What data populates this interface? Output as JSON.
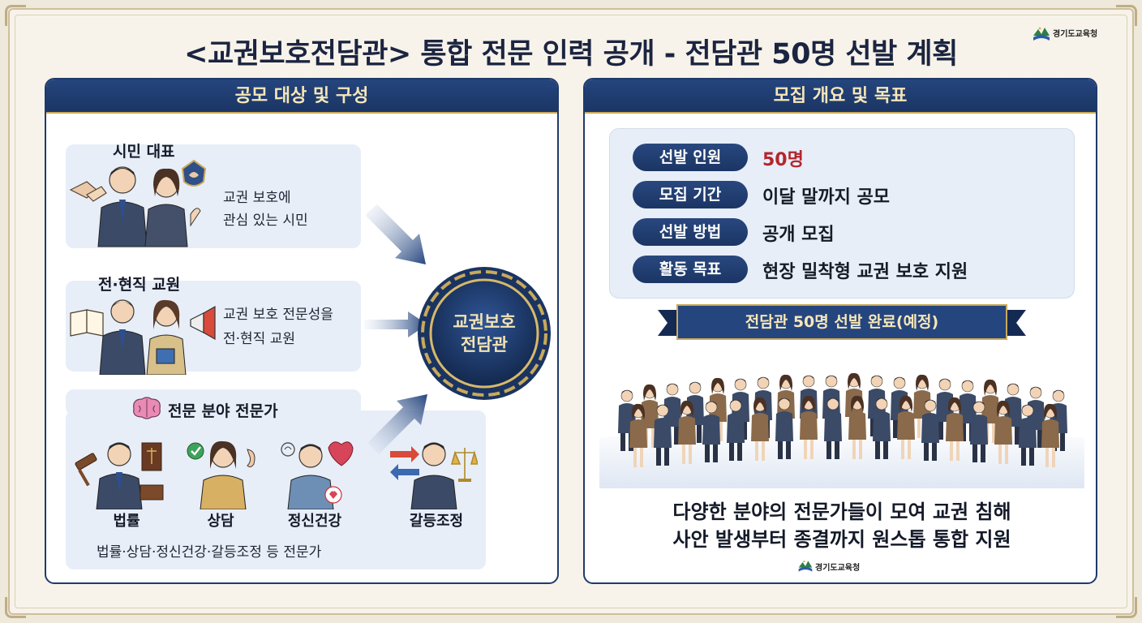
{
  "title": "<교권보호전담관> 통합 전문 인력 공개 - 전담관 50명 선발 계획",
  "logo": {
    "name": "경기도교육청"
  },
  "left_panel": {
    "header": "공모 대상 및 구성",
    "citizen": {
      "label": "시민 대표",
      "desc_line1": "교권 보호에",
      "desc_line2": "관심 있는 시민"
    },
    "teacher": {
      "label": "전·현직 교원",
      "desc_line1": "교권 보호 전문성을",
      "desc_line2": "전·현직 교원"
    },
    "experts": {
      "label": "전문 분야 전문가",
      "items": [
        "법률",
        "상담",
        "정신건강",
        "갈등조정"
      ],
      "footer": "법률·상담·정신건강·갈등조정 등 전문가"
    },
    "badge": {
      "line1": "교권보호",
      "line2": "전담관"
    }
  },
  "right_panel": {
    "header": "모집 개요 및 목표",
    "rows": [
      {
        "key": "선발 인원",
        "value": "50명"
      },
      {
        "key": "모집 기간",
        "value": "이달 말까지 공모"
      },
      {
        "key": "선발 방법",
        "value": "공개 모집"
      },
      {
        "key": "활동 목표",
        "value": "현장 밀착형 교권 보호 지원"
      }
    ],
    "ribbon": "전담관 50명 선발 완료(예정)",
    "bottom_line1": "다양한 분야의 전문가들이 모여 교권 침해",
    "bottom_line2": "사안 발생부터 종결까지 원스톱 통합 지원"
  },
  "colors": {
    "navy": "#1f3a6b",
    "gold": "#c9a95a",
    "accent_red": "#b3262c",
    "box": "#e7eef8"
  }
}
